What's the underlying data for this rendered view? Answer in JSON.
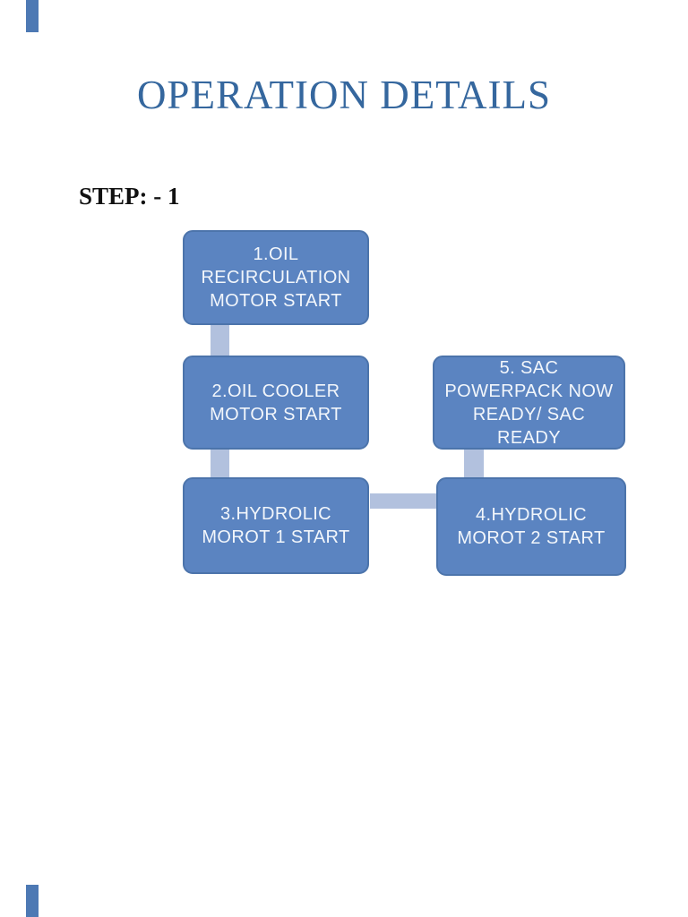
{
  "page": {
    "title": "OPERATION DETAILS",
    "step_heading": "STEP: - 1"
  },
  "colors": {
    "page_bg": "#ffffff",
    "title_text": "#35679e",
    "heading_text": "#111111",
    "box_fill": "#5b84c1",
    "box_border": "#4c74ab",
    "box_text": "#f2f6fb",
    "connector": "#b2c1de",
    "edge_mark": "#4d79b4"
  },
  "diagram": {
    "type": "flowchart",
    "nodes": [
      {
        "id": "1",
        "label": "1.OIL RECIRCULATION MOTOR START"
      },
      {
        "id": "2",
        "label": "2.OIL COOLER MOTOR START"
      },
      {
        "id": "3",
        "label": "3.HYDROLIC MOROT 1 START"
      },
      {
        "id": "4",
        "label": "4.HYDROLIC MOROT 2 START"
      },
      {
        "id": "5",
        "label": "5. SAC POWERPACK NOW READY/ SAC READY"
      }
    ],
    "connections": [
      {
        "from": "1",
        "to": "2",
        "type": "vertical"
      },
      {
        "from": "2",
        "to": "3",
        "type": "vertical"
      },
      {
        "from": "5",
        "to": "4",
        "type": "vertical"
      },
      {
        "from": "3",
        "to": "4",
        "type": "horizontal"
      }
    ]
  }
}
